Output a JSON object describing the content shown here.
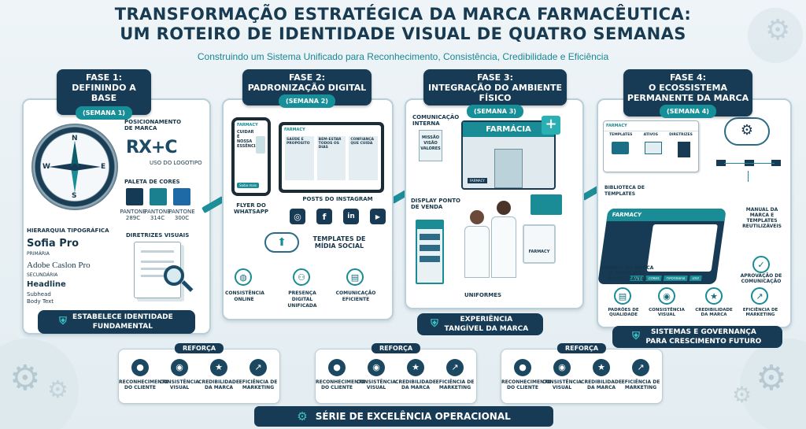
{
  "header": {
    "title_line1": "TRANSFORMAÇÃO ESTRATÉGICA DA MARCA FARMACÊUTICA:",
    "title_line2": "UM ROTEIRO DE IDENTIDADE VISUAL DE QUATRO SEMANAS",
    "subtitle": "Construindo um Sistema Unificado para Reconhecimento, Consistência, Credibilidade e Eficiência"
  },
  "phase1": {
    "title": "FASE 1:",
    "name": "DEFININDO A BASE",
    "week": "(SEMANA 1)",
    "positioning": "POSICIONAMENTO DE MARCA",
    "logo": "RX+C",
    "logo_use": "USO DO LOGOTIPO",
    "palette_title": "PALETA DE CORES",
    "swatches": [
      {
        "label": "PANTONE 289C",
        "color": "#153a55"
      },
      {
        "label": "PANTONE 314C",
        "color": "#1a7f8e"
      },
      {
        "label": "PANTONE 300C",
        "color": "#1e6aa6"
      }
    ],
    "typo_title": "HIERARQUIA TIPOGRÁFICA",
    "font1": "Sofia Pro",
    "font1_role": "PRIMÁRIA",
    "font2": "Adobe Caslon Pro",
    "font2_role": "SECUNDÁRIA",
    "headline": "Headline",
    "subhead": "Subhead",
    "body": "Body Text",
    "guidelines": "DIRETRIZES VISUAIS",
    "footer": "ESTABELECE IDENTIDADE FUNDAMENTAL",
    "compass": {
      "n": "N",
      "s": "S",
      "e": "E",
      "w": "W"
    }
  },
  "phase2": {
    "title": "FASE 2:",
    "name": "PADRONIZAÇÃO DIGITAL",
    "week": "(SEMANA 2)",
    "phone_brand": "FARMACY",
    "phone_text": "CUIDAR É NOSSA ESSÊNCIA",
    "phone_btn": "Saiba mais",
    "tablet_brand": "FARMACY",
    "cards": [
      "SAÚDE E PROPÓSITO",
      "BEM-ESTAR TODOS OS DIAS",
      "CONFIANÇA QUE CUIDA"
    ],
    "whatsapp": "FLYER DO WHATSAPP",
    "instagram": "POSTS DO INSTAGRAM",
    "social_icons": [
      "◎",
      "f",
      "in",
      "▶"
    ],
    "templates": "TEMPLATES DE MÍDIA SOCIAL",
    "items": [
      "CONSISTÊNCIA ONLINE",
      "PRESENÇA DIGITAL UNIFICADA",
      "COMUNICAÇÃO EFICIENTE"
    ]
  },
  "phase3": {
    "title": "FASE 3:",
    "name": "INTEGRAÇÃO DO AMBIENTE FÍSICO",
    "week": "(SEMANA 3)",
    "internal": "COMUNICAÇÃO INTERNA",
    "board": "MISSÃO VISÃO VALORES",
    "store": "FARMÁCIA",
    "store_sub": "FARMACY",
    "display": "DISPLAY PONTO DE VENDA",
    "uniforms": "UNIFORMES",
    "bag": "FARMACY",
    "footer": "EXPERIÊNCIA TANGÍVEL DA MARCA"
  },
  "phase4": {
    "title": "FASE 4:",
    "name": "O ECOSSISTEMA PERMANENTE DA MARCA",
    "week": "(SEMANA 4)",
    "lib_brand": "FARMACY",
    "lib_tabs": [
      "TEMPLATES",
      "ATIVOS",
      "DIRETRIZES"
    ],
    "library": "BIBLIOTECA DE TEMPLATES",
    "binder": "FARMACY",
    "binder_tabs": [
      "LOGO",
      "CORES",
      "TIPOGRAFIA",
      "USO"
    ],
    "manual_right": "MANUAL DA MARCA E TEMPLATES REUTILIZÁVEIS",
    "manual_left": "MANUAL DA MARCA E TEMPLATES REUTILIZÁVEIS",
    "approval": "APROVAÇÃO DE COMUNICAÇÃO",
    "items": [
      "PADRÕES DE QUALIDADE",
      "CONSISTÊNCIA VISUAL",
      "CREDIBILIDADE DA MARCA",
      "EFICIÊNCIA DE MARKETING"
    ],
    "footer": "SISTEMAS E GOVERNANÇA PARA CRESCIMENTO FUTURO"
  },
  "reforca": {
    "label": "REFORÇA",
    "items": [
      "RECONHECIMENTO DO CLIENTE",
      "CONSISTÊNCIA VISUAL",
      "CREDIBILIDADE DA MARCA",
      "EFICIÊNCIA DE MARKETING"
    ]
  },
  "bottom": "SÉRIE DE EXCELÊNCIA OPERACIONAL",
  "colors": {
    "navy": "#173b55",
    "teal": "#1a8c96"
  }
}
